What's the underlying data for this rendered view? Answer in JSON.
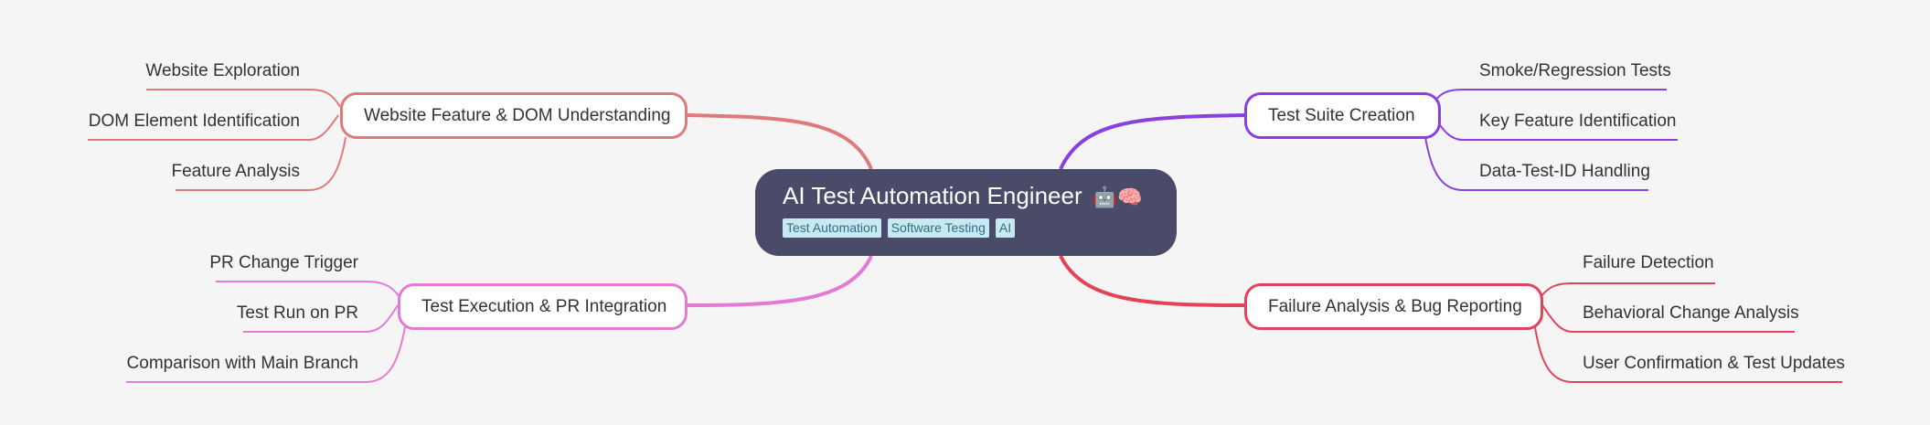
{
  "colors": {
    "background": "#f5f5f5",
    "root_fill": "#4a4b68",
    "branch_website": "#e07a7a",
    "branch_suite": "#8a3fe0",
    "branch_execution": "#e57ad6",
    "branch_failure": "#e2435a",
    "tag_fill": "#c8e8f2"
  },
  "root": {
    "title": "AI Test Automation Engineer",
    "emojis": "🤖🧠",
    "tags": [
      "Test Automation",
      "Software Testing",
      "AI"
    ]
  },
  "branches": {
    "website": {
      "label": "Website Feature & DOM Understanding",
      "children": [
        "Website Exploration",
        "DOM Element Identification",
        "Feature Analysis"
      ]
    },
    "execution": {
      "label": "Test Execution & PR Integration",
      "children": [
        "PR Change Trigger",
        "Test Run on PR",
        "Comparison with Main Branch"
      ]
    },
    "suite": {
      "label": "Test Suite Creation",
      "children": [
        "Smoke/Regression Tests",
        "Key Feature Identification",
        "Data-Test-ID Handling"
      ]
    },
    "failure": {
      "label": "Failure Analysis & Bug Reporting",
      "children": [
        "Failure Detection",
        "Behavioral Change Analysis",
        "User Confirmation & Test Updates"
      ]
    }
  }
}
